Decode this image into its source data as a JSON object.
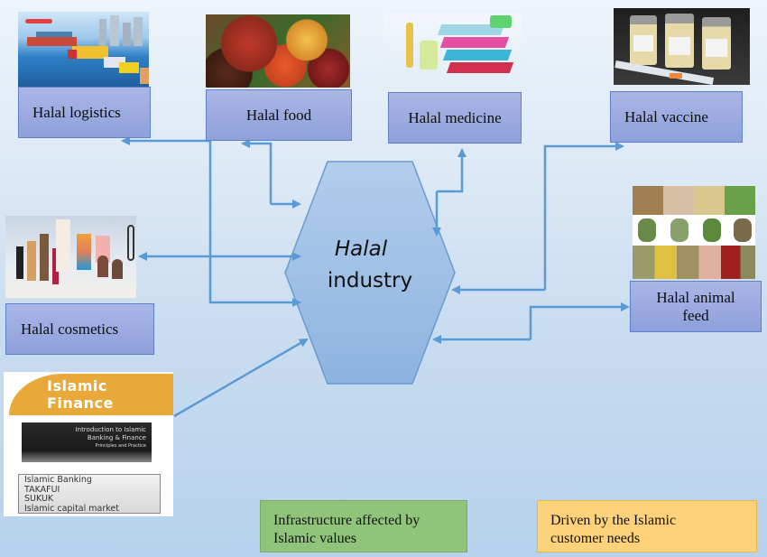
{
  "diagram": {
    "center": {
      "line1": "Halal",
      "line2": "industry"
    },
    "nodes": [
      {
        "id": "logistics",
        "label": "Halal logistics",
        "image": "logistics-image"
      },
      {
        "id": "food",
        "label": "Halal food",
        "image": "food-image"
      },
      {
        "id": "medicine",
        "label": "Halal medicine",
        "image": "medicine-image"
      },
      {
        "id": "vaccine",
        "label": "Halal vaccine",
        "image": "vaccine-image"
      },
      {
        "id": "cosmetics",
        "label": "Halal cosmetics",
        "image": "cosmetics-image"
      },
      {
        "id": "animal_feed",
        "label": "Halal animal feed",
        "label_line1": "Halal animal",
        "label_line2": "feed",
        "image": "animal-feed-image"
      }
    ],
    "finance": {
      "title_line1": "Islamic",
      "title_line2": "Finance",
      "book_title_line1": "Introduction to Islamic",
      "book_title_line2": "Banking & Finance",
      "book_subtitle": "Principles and Practice",
      "items": [
        "Islamic Banking",
        "TAKAFUI",
        "SUKUK",
        "Islamic capital market"
      ]
    },
    "legend": [
      {
        "label_line1": "Infrastructure affected by",
        "label_line2": "Islamic values",
        "color": "#8fc47a"
      },
      {
        "label_line1": "Driven by the Islamic",
        "label_line2": "customer needs",
        "color": "#fdd27a"
      }
    ],
    "colors": {
      "arrow": "#5b9bd5",
      "hexagon_fill_top": "#aac8ea",
      "hexagon_fill_bottom": "#8fb5e1",
      "label_box": "#98a8de",
      "finance_banner": "#e9a93a"
    }
  }
}
